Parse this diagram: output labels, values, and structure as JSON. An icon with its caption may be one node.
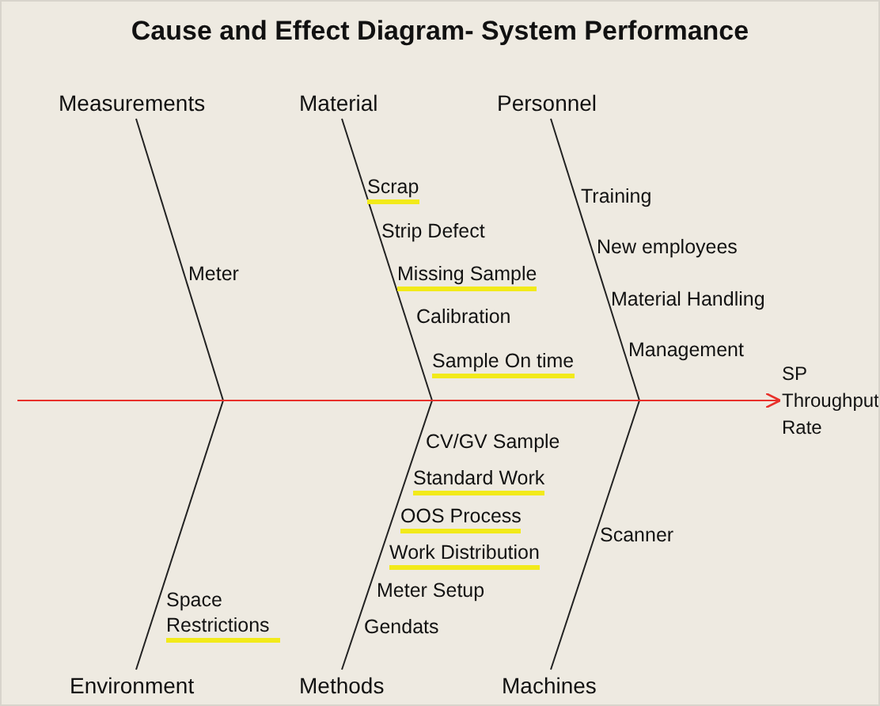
{
  "diagram": {
    "title": "Cause and Effect Diagram- System Performance",
    "nodes": [
      {
        "text": [
          "Measurements"
        ]
      },
      {
        "text": [
          "Material"
        ]
      },
      {
        "text": [
          "Personnel"
        ]
      },
      {
        "text": [
          "Environment"
        ]
      },
      {
        "text": [
          "Methods"
        ]
      },
      {
        "text": [
          "Machines"
        ]
      },
      {
        "text": [
          "SP Throughput Rate"
        ]
      }
    ],
    "edges": [
      {
        "from": 0,
        "to": null,
        "arrow": "none"
      },
      {
        "from": 1,
        "to": null,
        "arrow": "none"
      },
      {
        "from": 2,
        "to": null,
        "arrow": "none"
      },
      {
        "from": 3,
        "to": null,
        "arrow": "none"
      },
      {
        "from": 4,
        "to": null,
        "arrow": "none"
      },
      {
        "from": 5,
        "to": null,
        "arrow": "none"
      },
      {
        "from": null,
        "to": 6,
        "arrow": "to",
        "color": "#e8302a"
      }
    ],
    "labels": [
      "Meter",
      "Scrap",
      "Strip Defect",
      "Missing Sample",
      "Calibration",
      "Sample On time",
      "Training",
      "New employees",
      "Material Handling",
      "Management",
      "CV/GV Sample",
      "Standard Work",
      "OOS Process",
      "Work Distribution",
      "Meter Setup",
      "Gendats",
      "Space Restrictions",
      "Scanner"
    ]
  }
}
